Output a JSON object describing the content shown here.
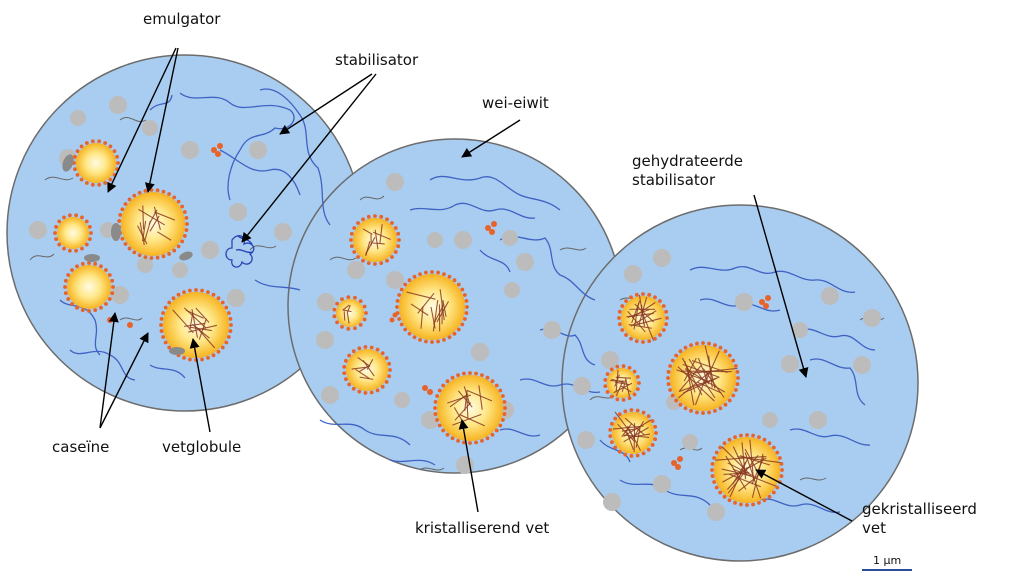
{
  "labels": {
    "emulgator": "emulgator",
    "stabilisator": "stabilisator",
    "wei_eiwit": "wei-eiwit",
    "gehydrateerde_line1": "gehydrateerde",
    "gehydrateerde_line2": "stabilisator",
    "caseine": "caseïne",
    "vetglobule": "vetglobule",
    "kristalliserend": "kristalliserend vet",
    "gekristalliseerd_line1": "gekristalliseerd",
    "gekristalliseerd_line2": "vet"
  },
  "scale": {
    "label": "1 µm"
  },
  "colors": {
    "cell_fill": "#a9cdf0",
    "cell_stroke": "#6c6c6c",
    "casein_gray": "#bcbcbc",
    "whey_blue": "#3f62c4",
    "fat_orange": "#f7b62a",
    "fat_center": "#fffbe0",
    "emulsifier_dots": "#e8632a",
    "crystal_brown": "#8a3a22",
    "arrow": "#000000"
  },
  "icons": {
    "cells": [
      "mix-cell-icon",
      "crystallizing-cell-icon",
      "crystallized-cell-icon"
    ],
    "particles": [
      "fat-globule-icon",
      "casein-micelle-icon",
      "whey-protein-icon",
      "stabilizer-icon"
    ]
  }
}
